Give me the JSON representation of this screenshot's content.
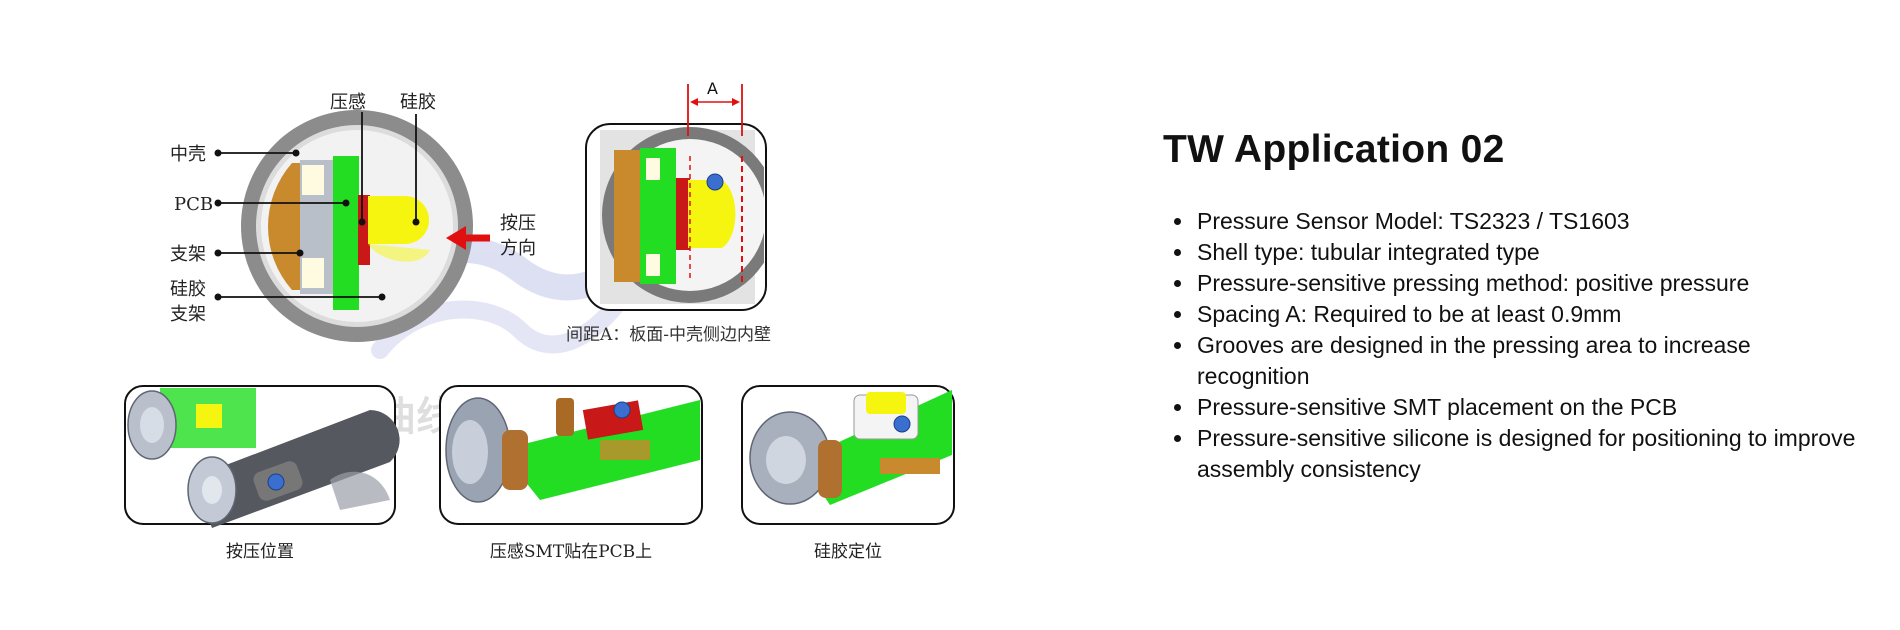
{
  "figure": {
    "labels": {
      "middle_shell": "中壳",
      "pcb": "PCB",
      "bracket": "支架",
      "silicone_bracket_1": "硅胶",
      "silicone_bracket_2": "支架",
      "pressure_sense": "压感",
      "silicone": "硅胶",
      "press_1": "按压",
      "press_2": "方向",
      "dim_a": "A",
      "spacing_note": "间距A：板面-中壳侧边内壁"
    },
    "watermark": "双曲线智能",
    "captions": [
      "按压位置",
      "压感SMT贴在PCB上",
      "硅胶定位"
    ],
    "colors": {
      "pcb_green": "#22dd22",
      "silicone_yellow": "#f5f510",
      "shell_grey": "#8c8c8c",
      "arrow_red": "#e01010",
      "button_blue": "#3a6fd0",
      "bracket_brown": "#c98a2e"
    }
  },
  "info": {
    "title": "TW Application 02",
    "bullets": [
      "Pressure Sensor Model: TS2323 / TS1603",
      "Shell type: tubular integrated type",
      "Pressure-sensitive pressing method: positive pressure",
      "Spacing A: Required to be at least 0.9mm",
      "Grooves are designed in the pressing area to increase recognition",
      "Pressure-sensitive SMT placement on the PCB",
      "Pressure-sensitive silicone is designed for positioning to improve assembly consistency"
    ]
  }
}
